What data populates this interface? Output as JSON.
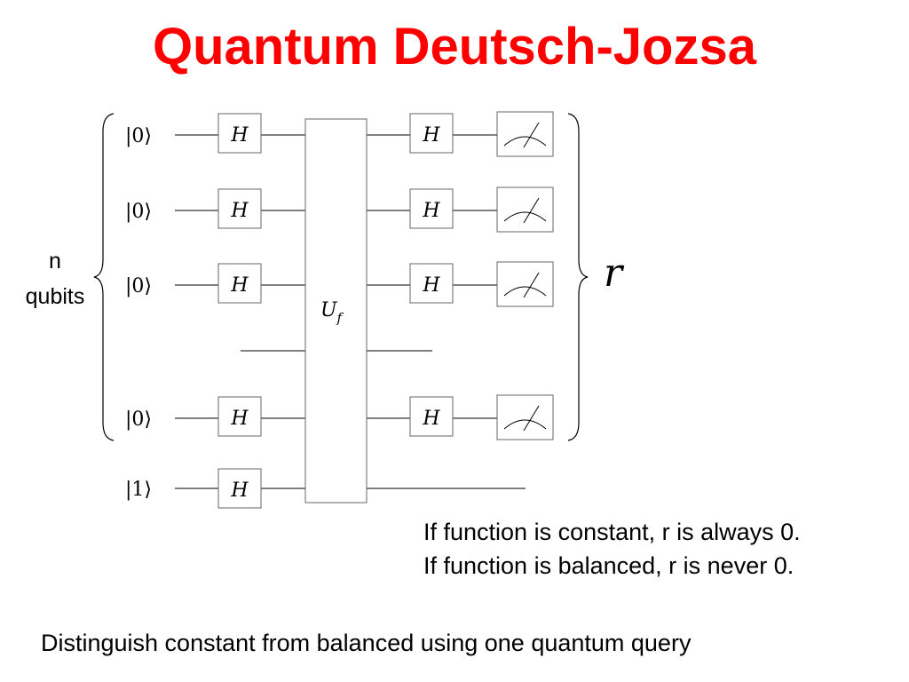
{
  "title": "Quantum Deutsch-Jozsa",
  "circuit": {
    "input_label": {
      "line1": "n",
      "line2": "qubits"
    },
    "kets": [
      "|0⟩",
      "|0⟩",
      "|0⟩",
      "|0⟩",
      "|1⟩"
    ],
    "hadamard_label": "H",
    "oracle_label": {
      "main": "U",
      "sub": "f"
    },
    "output_label": "r"
  },
  "notes": [
    "If function is constant, r is always 0.",
    "If function is balanced, r is never 0."
  ],
  "footer": "Distinguish constant from balanced using one quantum query",
  "colors": {
    "title": "#ff0000",
    "line": "#000000",
    "box_border": "#666666"
  }
}
